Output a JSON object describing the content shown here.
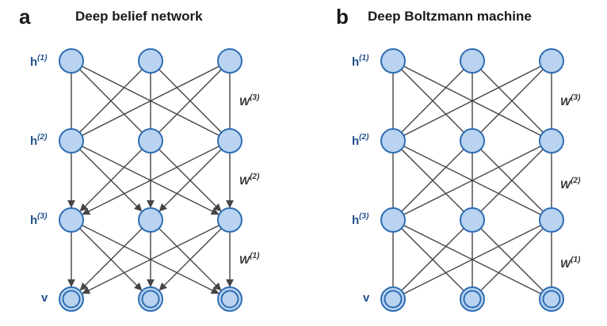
{
  "panels": [
    {
      "letter": "a",
      "title": "Deep belief network",
      "directed_lower": true,
      "layers": [
        {
          "label": "h",
          "sup": "(1)"
        },
        {
          "label": "h",
          "sup": "(2)"
        },
        {
          "label": "h",
          "sup": "(3)"
        },
        {
          "label": "v",
          "sup": ""
        }
      ],
      "weights": [
        {
          "label": "W",
          "sup": "(3)"
        },
        {
          "label": "W",
          "sup": "(2)"
        },
        {
          "label": "W",
          "sup": "(1)"
        }
      ]
    },
    {
      "letter": "b",
      "title": "Deep Boltzmann machine",
      "directed_lower": false,
      "layers": [
        {
          "label": "h",
          "sup": "(1)"
        },
        {
          "label": "h",
          "sup": "(2)"
        },
        {
          "label": "h",
          "sup": "(3)"
        },
        {
          "label": "v",
          "sup": ""
        }
      ],
      "weights": [
        {
          "label": "W",
          "sup": "(3)"
        },
        {
          "label": "W",
          "sup": "(2)"
        },
        {
          "label": "W",
          "sup": "(1)"
        }
      ]
    }
  ],
  "colors": {
    "node_fill": "#b9d3f0",
    "node_stroke": "#2e6db4",
    "edge": "#444444",
    "layer_label": "#1f4e8c"
  }
}
